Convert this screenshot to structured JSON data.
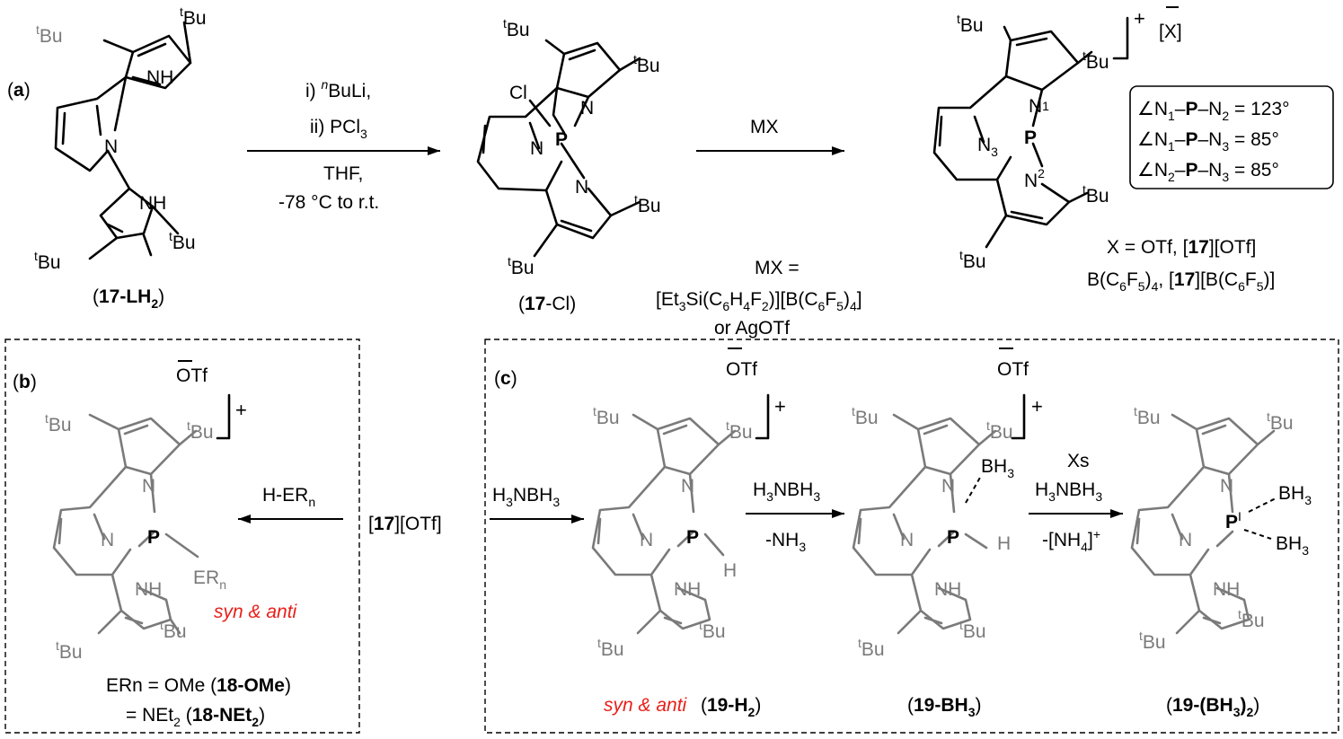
{
  "panels": {
    "a": {
      "label": "a"
    },
    "b": {
      "label": "b"
    },
    "c": {
      "label": "c"
    }
  },
  "compounds": {
    "lh2": {
      "label_num": "17-LH",
      "label_sub": "2"
    },
    "cl": {
      "label_num": "17",
      "label_rest": "-Cl"
    },
    "p19h2": {
      "label_num": "19-H",
      "label_sub": "2",
      "note": "syn & anti"
    },
    "p19bh3": {
      "label_num": "19-BH",
      "label_sub": "3"
    },
    "p19bh32": {
      "label_num": "19-(BH",
      "label_sub": "3",
      "label_end": ")",
      "label_sub2": "2"
    }
  },
  "conditions": {
    "step1_line1_pre": "i) ",
    "step1_line1_sup": "n",
    "step1_line1_post": "BuLi,",
    "step1_line2": "ii) PCl",
    "step1_line2_sub": "3",
    "step1_line3": "THF,",
    "step1_line4": "-78 °C to r.t.",
    "step2": "MX",
    "mx_def_line1": "MX =",
    "mx_def_line2": "[Et3Si(C6H4F2)][B(C6F5)4]",
    "mx_def_line3": "or AgOTf"
  },
  "angles": [
    "∠N1–P–N2 = 123°",
    "∠N1–P–N3 = 85°",
    "∠N2–P–N3 = 85°"
  ],
  "counterion": "[X]",
  "x_line1": "X = OTf, [17][OTf]",
  "x_line2": "B(C6F5)4, [17][B(C6F5)]",
  "panel_b": {
    "reagent": "H-ER",
    "reagent_sub": "n",
    "start": "[17][OTf]",
    "note": "syn & anti",
    "ern_line1": "ERn = OMe",
    "ern_line1_cmpd": "18-OMe",
    "ern_line2": "= NEt",
    "ern_line2_cmpd": "18-NEt"
  },
  "panel_c": {
    "reagent1": "H3NBH3",
    "reagent2_line1": "H3NBH3",
    "reagent2_line2": "-NH3",
    "reagent3_line1": "Xs",
    "reagent3_line2": "H3NBH3",
    "reagent3_line3": "-[NH4]+"
  },
  "atoms": {
    "tbu": "Bu",
    "tbu_sup": "t",
    "nh": "NH",
    "n": "N",
    "p": "P",
    "cl": "Cl",
    "h": "H",
    "bh3": "BH",
    "otf": "OTf",
    "er": "ER"
  }
}
